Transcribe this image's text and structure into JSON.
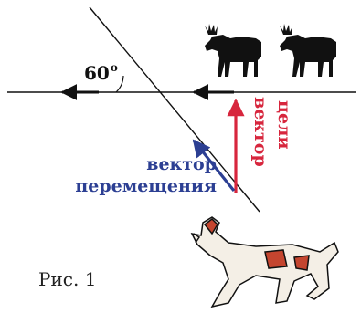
{
  "figure": {
    "angle_value": "60",
    "angle_unit": "o",
    "movement_label_line1": "вектор",
    "movement_label_line2": "перемещения",
    "target_label_line1": "вектор",
    "target_label_line2": "цели",
    "caption": "Рис. 1"
  },
  "colors": {
    "line": "#111111",
    "movement_vector": "#2c3f93",
    "target_vector": "#d7263d",
    "moose": "#111111",
    "dog_body": "#f4efe6",
    "dog_patch": "#c4452f"
  },
  "icons": [
    "moose-icon",
    "moose-icon",
    "dog-icon"
  ]
}
